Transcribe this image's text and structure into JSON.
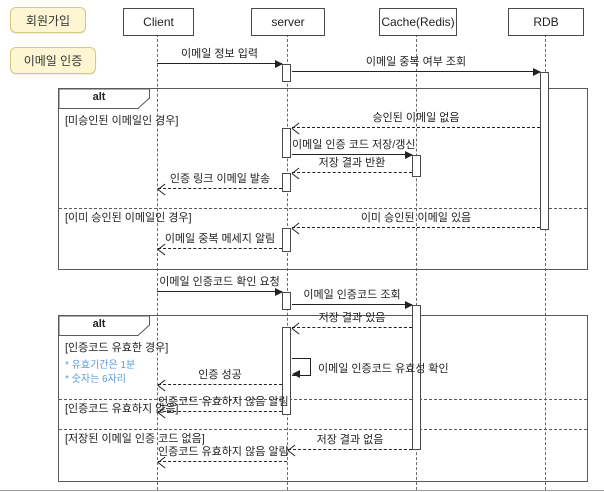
{
  "section_labels": [
    {
      "text": "회원가입"
    },
    {
      "text": "이메일 인증"
    }
  ],
  "actors": [
    {
      "name": "Client"
    },
    {
      "name": "server"
    },
    {
      "name": "Cache(Redis)"
    },
    {
      "name": "RDB"
    }
  ],
  "frames": [
    {
      "operator": "alt",
      "guards": [
        "[미승인된 이메일인 경우]",
        "[이미 승인된 이메일인 경우]"
      ]
    },
    {
      "operator": "alt",
      "guards": [
        "[인증코드 유효한 경우]",
        "[인증코드 유효하지 않음]",
        "[저장된 이메일 인증 코드 없음]"
      ],
      "notes": [
        "* 유효기간은 1분",
        "* 숫자는 6자리"
      ]
    }
  ],
  "messages": [
    {
      "text": "이메일 정보 입력",
      "from": "Client",
      "to": "server",
      "style": "solid"
    },
    {
      "text": "이메일 중복 여부 조회",
      "from": "server",
      "to": "RDB",
      "style": "solid"
    },
    {
      "text": "승인된 이메일 없음",
      "from": "RDB",
      "to": "server",
      "style": "dashed"
    },
    {
      "text": "이메일 인증 코드 저장/갱신",
      "from": "server",
      "to": "Cache(Redis)",
      "style": "solid"
    },
    {
      "text": "저장 결과 반환",
      "from": "Cache(Redis)",
      "to": "server",
      "style": "dashed"
    },
    {
      "text": "인증 링크 이메일 발송",
      "from": "server",
      "to": "Client",
      "style": "dashed"
    },
    {
      "text": "이미 승인된 이메일 있음",
      "from": "RDB",
      "to": "server",
      "style": "dashed"
    },
    {
      "text": "이메일 중복 메세지 알림",
      "from": "server",
      "to": "Client",
      "style": "dashed"
    },
    {
      "text": "이메일 인증코드 확인 요청",
      "from": "Client",
      "to": "server",
      "style": "solid"
    },
    {
      "text": "이메일 인증코드 조회",
      "from": "server",
      "to": "Cache(Redis)",
      "style": "solid"
    },
    {
      "text": "저장 결과 있음",
      "from": "Cache(Redis)",
      "to": "server",
      "style": "dashed"
    },
    {
      "text": "이메일 인증코드 유효성 확인",
      "from": "server",
      "to": "server",
      "style": "self"
    },
    {
      "text": "인증 성공",
      "from": "server",
      "to": "Client",
      "style": "dashed"
    },
    {
      "text": "인증코드 유효하지 않음 알림",
      "from": "server",
      "to": "Client",
      "style": "dashed"
    },
    {
      "text": "저장 결과 없음",
      "from": "Cache(Redis)",
      "to": "server",
      "style": "dashed"
    },
    {
      "text": "인증코드 유효하지 않음 알림",
      "from": "server",
      "to": "Client",
      "style": "dashed"
    }
  ],
  "colors": {
    "section_label_bg": "#fcf7d2",
    "section_label_border": "#d9c87f",
    "note_text": "#5b9bd5",
    "line": "#222222",
    "frame_border": "#5a5a5a"
  }
}
